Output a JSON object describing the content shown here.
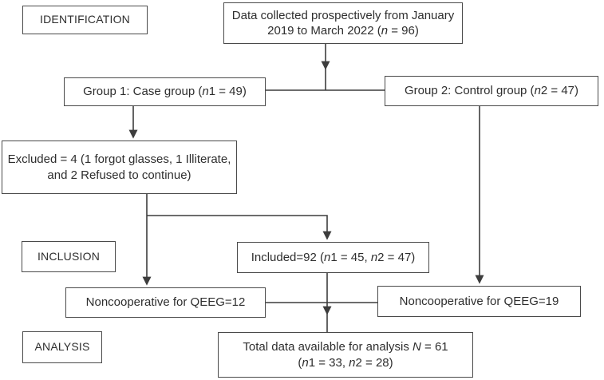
{
  "diagram": {
    "colors": {
      "background": "#ffffff",
      "line": "#3d3d3d",
      "box_border": "#4a4a4a",
      "text": "#2e2e2e"
    },
    "stages": [
      {
        "label": "IDENTIFICATION"
      },
      {
        "label": "INCLUSION"
      },
      {
        "label": "ANALYSIS"
      }
    ],
    "nodes": {
      "source": {
        "segments": [
          {
            "t": "Data collected prospectively from January"
          },
          {
            "br": true
          },
          {
            "t": "2019 to March 2022 ("
          },
          {
            "t": "n",
            "i": true
          },
          {
            "t": " = 96)"
          }
        ]
      },
      "group1": {
        "segments": [
          {
            "t": "Group 1: Case group ("
          },
          {
            "t": "n",
            "i": true
          },
          {
            "t": "1 = 49)"
          }
        ]
      },
      "group2": {
        "segments": [
          {
            "t": "Group 2: Control group ("
          },
          {
            "t": "n",
            "i": true
          },
          {
            "t": "2 = 47)"
          }
        ]
      },
      "excluded": {
        "segments": [
          {
            "t": "Excluded = 4 (1 forgot glasses, 1 Illiterate,"
          },
          {
            "br": true
          },
          {
            "t": "and 2 Refused to continue)"
          }
        ]
      },
      "included": {
        "segments": [
          {
            "t": "Included=92 ("
          },
          {
            "t": "n",
            "i": true
          },
          {
            "t": "1 = 45, "
          },
          {
            "t": "n",
            "i": true
          },
          {
            "t": "2 = 47)"
          }
        ]
      },
      "noncooperative_case": {
        "segments": [
          {
            "t": "Noncooperative for QEEG=12"
          }
        ]
      },
      "noncooperative_control": {
        "segments": [
          {
            "t": "Noncooperative for QEEG=19"
          }
        ]
      },
      "total": {
        "segments": [
          {
            "t": "Total data available for analysis "
          },
          {
            "t": "N",
            "i": true
          },
          {
            "t": " = 61"
          },
          {
            "br": true
          },
          {
            "t": "("
          },
          {
            "t": "n",
            "i": true
          },
          {
            "t": "1 = 33, "
          },
          {
            "t": "n",
            "i": true
          },
          {
            "t": "2 = 28)"
          }
        ]
      }
    }
  }
}
